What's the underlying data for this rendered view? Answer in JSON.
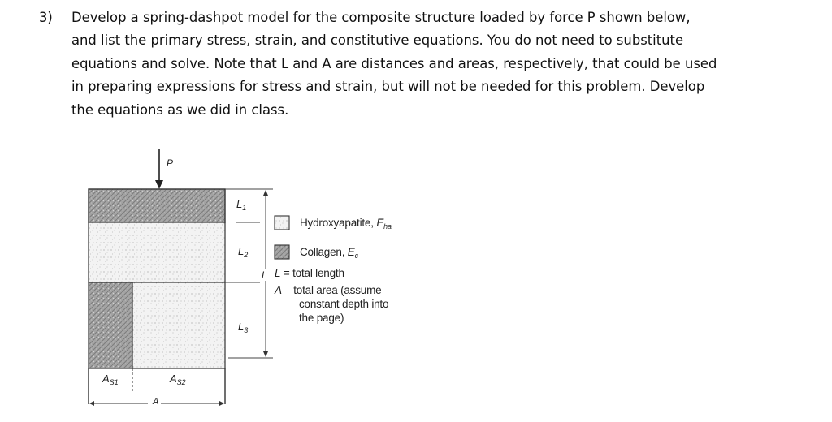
{
  "problem": {
    "number": "3)",
    "lines": [
      "Develop a spring-dashpot model for the composite structure loaded by force P shown below,",
      "and list the primary stress, strain, and constitutive equations.  You do not need to substitute",
      "equations and solve.  Note that L and A are distances and areas, respectively, that could be used",
      "in preparing expressions for stress and strain, but will not be needed for this problem.  Develop",
      "the equations as we did in class."
    ]
  },
  "figure": {
    "load_label": "P",
    "dimensions": {
      "L1": {
        "main": "L",
        "sub": "1"
      },
      "L2": {
        "main": "L",
        "sub": "2"
      },
      "L3": {
        "main": "L",
        "sub": "3"
      },
      "L_total": "L"
    },
    "areas": {
      "As1": {
        "main": "A",
        "sub": "S1"
      },
      "As2": {
        "main": "A",
        "sub": "S2"
      },
      "A_total": "A"
    },
    "legend": {
      "hydroxyapatite": {
        "label": "Hydroxyapatite, ",
        "symbol": "E",
        "sub": "ha"
      },
      "collagen": {
        "label": "Collagen, ",
        "symbol": "E",
        "sub": "c"
      },
      "total_length": {
        "symbol": "L",
        "text": "= total length"
      },
      "total_area": {
        "symbol": "A",
        "text": "– total area (assume",
        "cont1": "constant depth into",
        "cont2": "the page)"
      }
    },
    "colors": {
      "collagen_fill": "#9a9a9a",
      "hydroxyapatite_fill": "#f1f1f1",
      "outline": "#333333"
    }
  }
}
